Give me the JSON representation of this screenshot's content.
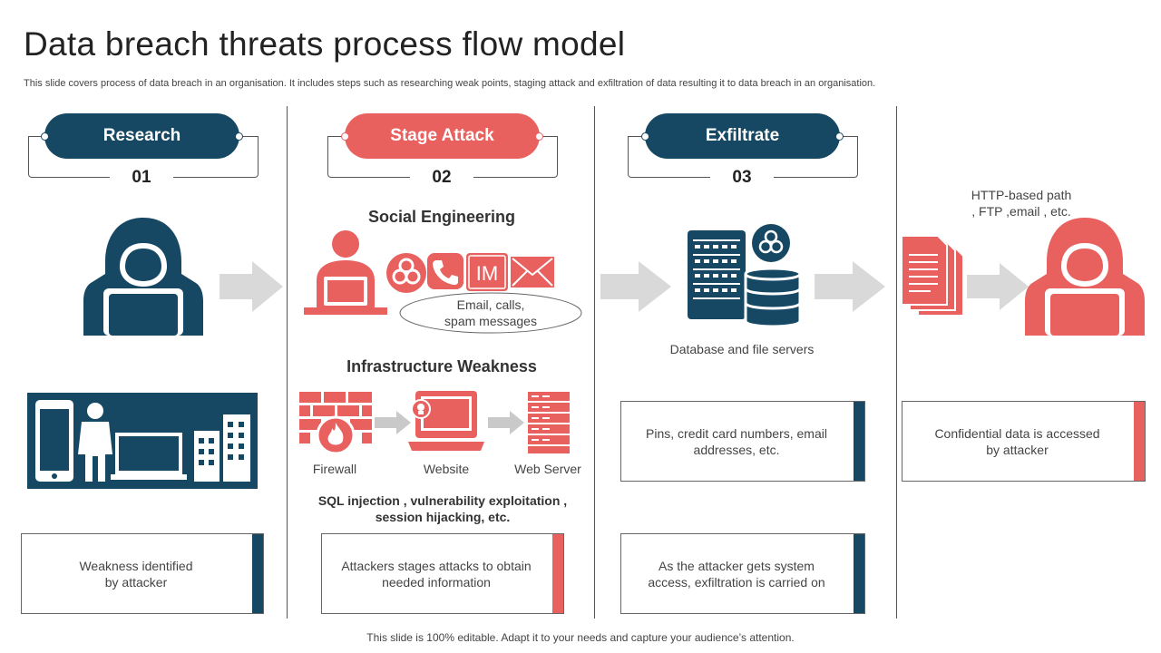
{
  "title": "Data breach threats process flow model",
  "subtitle": "This slide covers process of data breach in an organisation. It includes steps such as researching weak points, staging attack and exfiltration of data resulting it to data breach in an organisation.",
  "steps": [
    {
      "label": "Research",
      "number": "01",
      "color": "#164863"
    },
    {
      "label": "Stage Attack",
      "number": "02",
      "color": "#e8615f"
    },
    {
      "label": "Exfiltrate",
      "number": "03",
      "color": "#164863"
    }
  ],
  "stage_attack": {
    "social_heading": "Social Engineering",
    "social_note": "Email, calls,\nspam messages",
    "im_label": "IM",
    "infra_heading": "Infrastructure Weakness",
    "infra_items": [
      "Firewall",
      "Website",
      "Web Server"
    ],
    "infra_note": "SQL injection , vulnerability exploitation ,\nsession hijacking, etc."
  },
  "exfiltrate": {
    "servers_label": "Database and file servers"
  },
  "final": {
    "path_label": "HTTP-based path\n, FTP ,email , etc."
  },
  "boxes": {
    "research": "Weakness identified\nby attacker",
    "stage_attack": "Attackers stages attacks to obtain\nneeded information",
    "exfiltrate_top": "Pins, credit card numbers, email\naddresses, etc.",
    "exfiltrate_bottom": "As the attacker gets system\naccess, exfiltration is carried on",
    "final": "Confidential data is accessed\nby attacker"
  },
  "colors": {
    "dark": "#164863",
    "red": "#e8615f",
    "arrow": "#d9d9d9"
  },
  "footer": "This slide is 100% editable. Adapt it to your needs and capture your audience’s attention."
}
